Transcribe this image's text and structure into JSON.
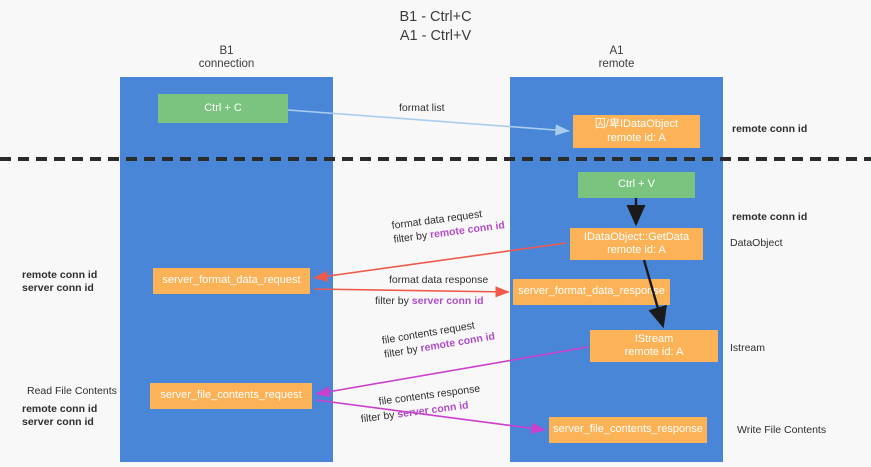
{
  "title": {
    "line1": "B1 - Ctrl+C",
    "line2": "A1 - Ctrl+V"
  },
  "lanes": {
    "left": {
      "name": "B1",
      "role": "connection"
    },
    "right": {
      "name": "A1",
      "role": "remote"
    }
  },
  "nodes": {
    "ctrl_c": {
      "label": "Ctrl + C"
    },
    "idataobject": {
      "line1": "囚/卑IDataObject",
      "line2": "remote id: A"
    },
    "ctrl_v": {
      "label": "Ctrl + V"
    },
    "getdata": {
      "line1": "IDataObject::GetData",
      "line2": "remote id: A"
    },
    "sfd_request": {
      "label": "server_format_data_request"
    },
    "sfd_response": {
      "label": "server_format_data_response"
    },
    "istream": {
      "line1": "IStream",
      "line2": "remote id: A"
    },
    "sfc_request": {
      "label": "server_file_contents_request"
    },
    "sfc_response": {
      "label": "server_file_contents_response"
    }
  },
  "edges": {
    "format_list": {
      "text": "format list"
    },
    "format_data_request": {
      "text": "format data request",
      "filter_prefix": "filter by ",
      "filter_key": "remote conn id"
    },
    "format_data_response": {
      "text": "format data response",
      "filter_prefix": "filter by ",
      "filter_key": "server conn id"
    },
    "file_contents_request": {
      "text": "file contents request",
      "filter_prefix": "filter by ",
      "filter_key": "remote conn id"
    },
    "file_contents_response": {
      "text": "file contents response",
      "filter_prefix": "filter by ",
      "filter_key": "server conn id"
    }
  },
  "annotations": {
    "right_conn_top": "remote conn id",
    "right_conn_mid": "remote conn id",
    "right_dataobject": "DataObject",
    "right_istream": "Istream",
    "right_write_files": "Write File Contents",
    "left_remote_conn_mid": "remote conn id",
    "left_server_conn_mid": "server conn id",
    "left_read_files": "Read File Contents",
    "left_remote_conn_bot": "remote conn id",
    "left_server_conn_bot": "server conn id"
  },
  "colors": {
    "lane": "#4a86d8",
    "green_node": "#7ac47f",
    "orange_node": "#fcb257",
    "purple_text": "#b04ec8",
    "green_text": "#7ac47f",
    "arrow_light_blue": "#a9cdee",
    "arrow_red": "#ef5a4c",
    "arrow_magenta": "#cc3fcc",
    "arrow_black": "#1a1a1a",
    "divider": "#2b2b2b",
    "background": "#f8f8f8"
  }
}
